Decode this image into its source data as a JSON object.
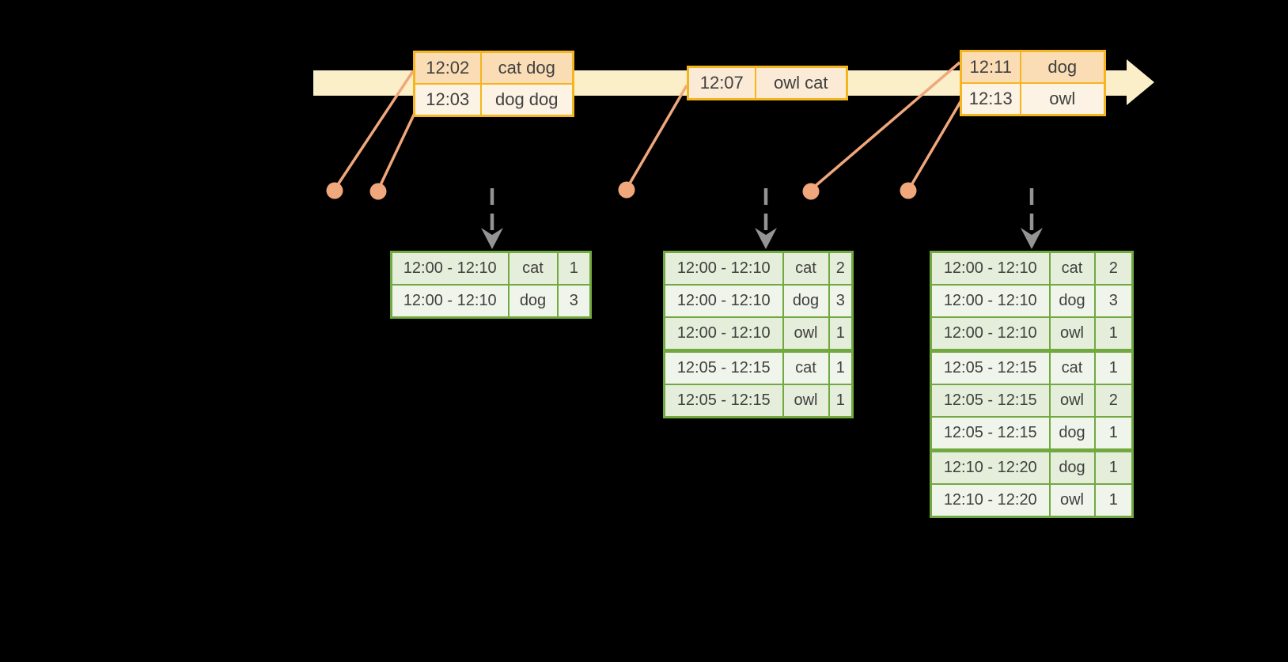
{
  "colors": {
    "background": "#000000",
    "timeline_fill": "#FBEFC9",
    "event_table_border": "#F4B51E",
    "event_row_dark": "#FADDB5",
    "event_row_light": "#FCF3E4",
    "connector": "#F0A77B",
    "dashed_arrow": "#949494",
    "result_table_border": "#72A840",
    "result_row_dark": "#E4EEDA",
    "result_row_light": "#F0F5EB",
    "text": "#404040"
  },
  "timeline": {
    "direction": "left-to-right"
  },
  "event_tables": [
    {
      "rows": [
        {
          "time": "12:02",
          "words": "cat dog"
        },
        {
          "time": "12:03",
          "words": "dog dog"
        }
      ]
    },
    {
      "rows": [
        {
          "time": "12:07",
          "words": "owl cat"
        }
      ]
    },
    {
      "rows": [
        {
          "time": "12:11",
          "words": "dog"
        },
        {
          "time": "12:13",
          "words": "owl"
        }
      ]
    }
  ],
  "result_tables": [
    {
      "rows": [
        {
          "window": "12:00 - 12:10",
          "word": "cat",
          "count": "1"
        },
        {
          "window": "12:00 - 12:10",
          "word": "dog",
          "count": "3"
        }
      ],
      "group_breaks": []
    },
    {
      "rows": [
        {
          "window": "12:00 - 12:10",
          "word": "cat",
          "count": "2"
        },
        {
          "window": "12:00 - 12:10",
          "word": "dog",
          "count": "3"
        },
        {
          "window": "12:00 - 12:10",
          "word": "owl",
          "count": "1"
        },
        {
          "window": "12:05 - 12:15",
          "word": "cat",
          "count": "1"
        },
        {
          "window": "12:05 - 12:15",
          "word": "owl",
          "count": "1"
        }
      ],
      "group_breaks": [
        3
      ]
    },
    {
      "rows": [
        {
          "window": "12:00 - 12:10",
          "word": "cat",
          "count": "2"
        },
        {
          "window": "12:00 - 12:10",
          "word": "dog",
          "count": "3"
        },
        {
          "window": "12:00 - 12:10",
          "word": "owl",
          "count": "1"
        },
        {
          "window": "12:05 - 12:15",
          "word": "cat",
          "count": "1"
        },
        {
          "window": "12:05 - 12:15",
          "word": "owl",
          "count": "2"
        },
        {
          "window": "12:05 - 12:15",
          "word": "dog",
          "count": "1"
        },
        {
          "window": "12:10 - 12:20",
          "word": "dog",
          "count": "1"
        },
        {
          "window": "12:10 - 12:20",
          "word": "owl",
          "count": "1"
        }
      ],
      "group_breaks": [
        3,
        6
      ]
    }
  ]
}
